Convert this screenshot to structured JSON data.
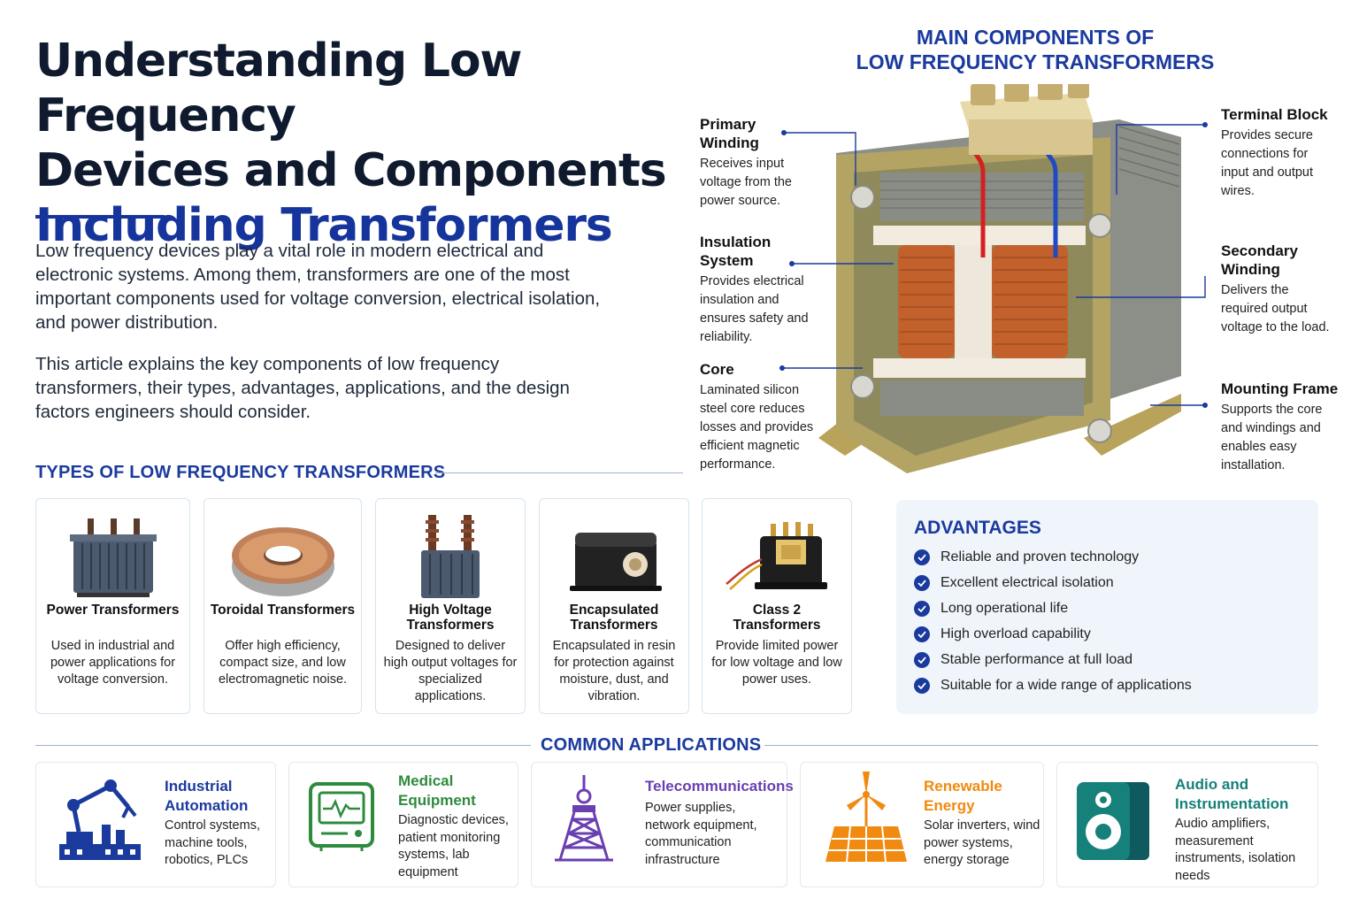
{
  "article": {
    "title_line1": "Understanding Low Frequency",
    "title_line2": "Devices and Components",
    "title_accent": "Including Transformers",
    "intro_p1": "Low frequency devices play a vital role in modern electrical and electronic systems. Among them, transformers are one of the most important components used for voltage conversion, electrical isolation, and power distribution.",
    "intro_p2": "This article explains the key components of low frequency transformers, their types, advantages, applications, and the design factors engineers should consider."
  },
  "types": {
    "heading": "TYPES OF LOW FREQUENCY TRANSFORMERS",
    "items": [
      {
        "name": "Power Transformers",
        "desc": "Used in industrial and power applications for voltage conversion.",
        "icon": "power-transformer-icon"
      },
      {
        "name": "Toroidal Transformers",
        "desc": "Offer high efficiency, compact size, and low electromagnetic noise.",
        "icon": "toroidal-transformer-icon"
      },
      {
        "name": "High Voltage Transformers",
        "desc": "Designed to deliver high output voltages for specialized applications.",
        "icon": "high-voltage-transformer-icon"
      },
      {
        "name": "Encapsulated Transformers",
        "desc": "Encapsulated in resin for protection against moisture, dust, and vibration.",
        "icon": "encapsulated-transformer-icon"
      },
      {
        "name": "Class 2 Transformers",
        "desc": "Provide limited power for low voltage and low power uses.",
        "icon": "class2-transformer-icon"
      }
    ]
  },
  "components": {
    "heading_line1": "MAIN COMPONENTS OF",
    "heading_line2": "LOW FREQUENCY TRANSFORMERS",
    "left": [
      {
        "name": "Primary Winding",
        "desc": "Receives input voltage from the power source."
      },
      {
        "name": "Insulation System",
        "desc": "Provides electrical insulation and ensures safety and reliability."
      },
      {
        "name": "Core",
        "desc": "Laminated silicon steel core reduces losses and provides efficient magnetic performance."
      }
    ],
    "right": [
      {
        "name": "Terminal Block",
        "desc": "Provides secure connections for input and output wires."
      },
      {
        "name": "Secondary Winding",
        "desc": "Delivers the required output voltage to the load."
      },
      {
        "name": "Mounting Frame",
        "desc": "Supports the core and windings and enables easy installation."
      }
    ]
  },
  "advantages": {
    "heading": "ADVANTAGES",
    "items": [
      "Reliable and proven technology",
      "Excellent electrical isolation",
      "Long operational life",
      "High overload capability",
      "Stable performance at full load",
      "Suitable for a wide range of applications"
    ]
  },
  "applications": {
    "heading": "COMMON APPLICATIONS",
    "items": [
      {
        "title": "Industrial Automation",
        "desc": "Control systems, machine tools, robotics, PLCs",
        "color": "#1a3a9e",
        "icon": "robot-arm-icon"
      },
      {
        "title": "Medical Equipment",
        "desc": "Diagnostic devices, patient monitoring systems, lab equipment",
        "color": "#2e8b3e",
        "icon": "heart-monitor-icon"
      },
      {
        "title": "Telecommunications",
        "desc": "Power supplies, network equipment, communication infrastructure",
        "color": "#6a3fb0",
        "icon": "antenna-tower-icon"
      },
      {
        "title": "Renewable Energy",
        "desc": "Solar inverters, wind power systems, energy storage",
        "color": "#f08a10",
        "icon": "solar-wind-icon"
      },
      {
        "title": "Audio and Instrumentation",
        "desc": "Audio amplifiers, measurement instruments, isolation needs",
        "color": "#16807a",
        "icon": "speaker-icon"
      }
    ]
  }
}
